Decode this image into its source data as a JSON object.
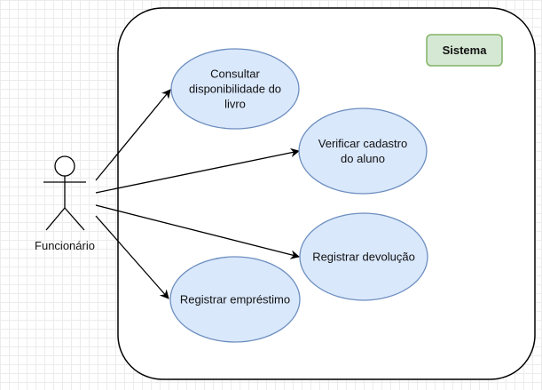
{
  "diagram": {
    "system": {
      "label": "Sistema",
      "label_fill": "#d5e8d4",
      "label_stroke": "#82b366"
    },
    "actor": {
      "label": "Funcionário"
    },
    "use_cases": [
      {
        "id": "consultar",
        "lines": [
          "Consultar",
          "disponibilidade do",
          "livro"
        ]
      },
      {
        "id": "verificar",
        "lines": [
          "Verificar cadastro",
          "do aluno"
        ]
      },
      {
        "id": "devolucao",
        "lines": [
          "Registrar devolução"
        ]
      },
      {
        "id": "emprestimo",
        "lines": [
          "Registrar empréstimo"
        ]
      }
    ],
    "use_case_fill": "#dae8fc",
    "use_case_stroke": "#6c8ebf",
    "associations": [
      {
        "from": "actor",
        "to": "consultar"
      },
      {
        "from": "actor",
        "to": "verificar"
      },
      {
        "from": "actor",
        "to": "devolucao"
      },
      {
        "from": "actor",
        "to": "emprestimo"
      }
    ]
  }
}
